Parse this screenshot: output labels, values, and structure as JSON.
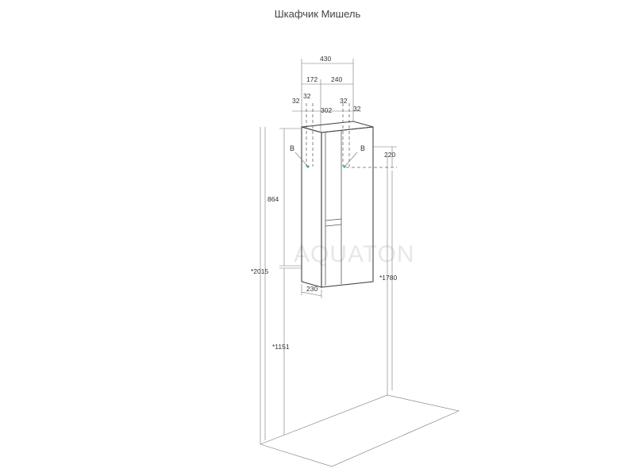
{
  "title": "Шкафчик Мишель",
  "watermark": "AQUATON",
  "dimensions": {
    "d430": "430",
    "d172": "172",
    "d240": "240",
    "d32a": "32",
    "d32b": "32",
    "d302": "302",
    "d32c": "32",
    "d32d": "32",
    "d220": "220",
    "d864": "864",
    "d2015": "*2015",
    "d1780": "*1780",
    "d1151": "*1151",
    "d230": "230"
  },
  "labels": {
    "b_left": "B",
    "b_right": "B"
  },
  "colors": {
    "accent": "#2bb3a3",
    "line": "#555555"
  }
}
